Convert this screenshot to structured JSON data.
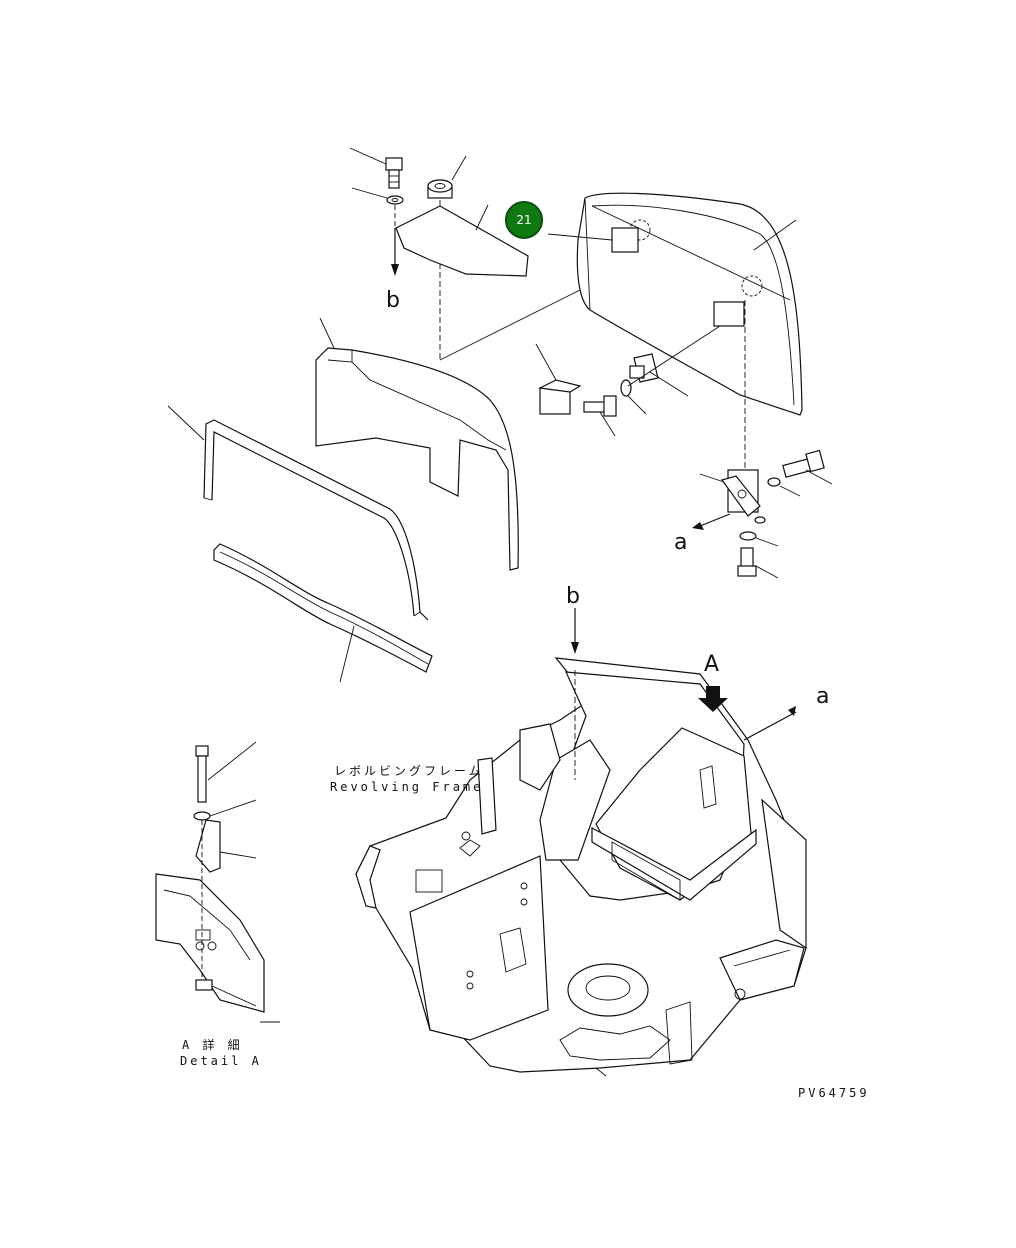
{
  "callout": {
    "number": "21",
    "color": "#0f7a12"
  },
  "labels": {
    "b_top": "b",
    "a_left": "a",
    "b_mid": "b",
    "A_view": "A",
    "a_right": "a",
    "frame_jp": "レボルビングフレーム",
    "frame_en": "Revolving Frame",
    "detail_jp": "A 詳 細",
    "detail_en": "Detail A",
    "drawing_code": "PV64759"
  }
}
